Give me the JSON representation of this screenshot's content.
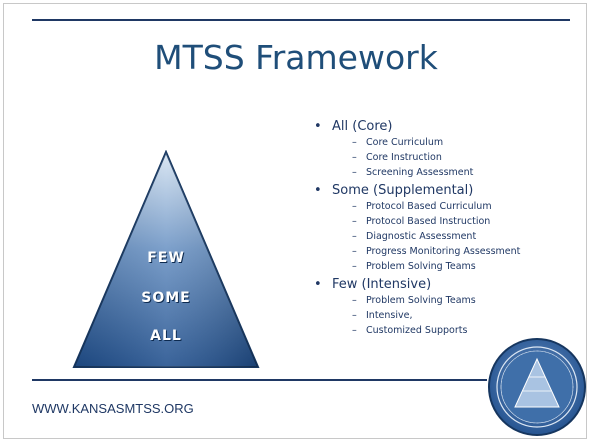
{
  "title": "MTSS Framework",
  "pyramid": {
    "levels": [
      "FEW",
      "SOME",
      "ALL"
    ],
    "top_color": "#d6e4f2",
    "bottom_color": "#1f4e8c"
  },
  "list": [
    {
      "label": "All (Core)",
      "items": [
        "Core Curriculum",
        "Core Instruction",
        "Screening Assessment"
      ]
    },
    {
      "label": "Some (Supplemental)",
      "items": [
        "Protocol Based Curriculum",
        "Protocol Based Instruction",
        "Diagnostic Assessment",
        "Progress Monitoring Assessment",
        "Problem Solving Teams"
      ]
    },
    {
      "label": "Few (Intensive)",
      "items": [
        "Problem Solving Teams",
        "Intensive,",
        "Customized Supports"
      ]
    }
  ],
  "footer": "WWW.KANSASMTSS.ORG",
  "colors": {
    "accent": "#1f4e79",
    "rule": "#1f3864"
  }
}
